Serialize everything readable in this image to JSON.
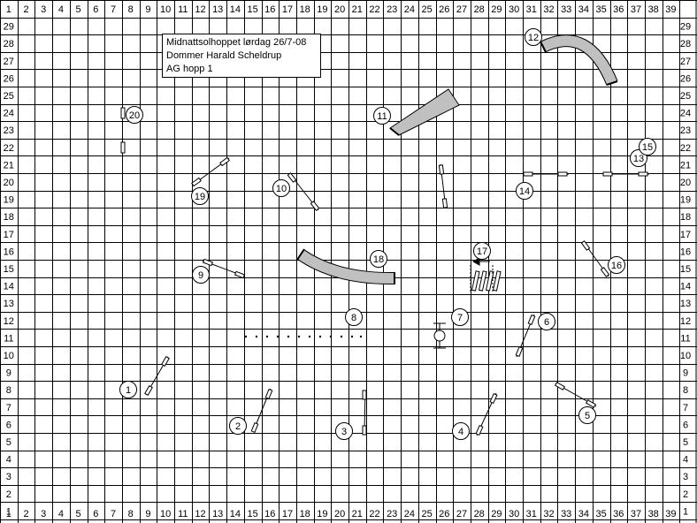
{
  "grid": {
    "columns": [
      "1",
      "2",
      "3",
      "4",
      "5",
      "6",
      "7",
      "8",
      "9",
      "10",
      "11",
      "12",
      "13",
      "14",
      "15",
      "16",
      "17",
      "18",
      "19",
      "20",
      "21",
      "22",
      "23",
      "24",
      "25",
      "26",
      "27",
      "28",
      "29",
      "30",
      "31",
      "32",
      "33",
      "34",
      "35",
      "36",
      "37",
      "38",
      "39"
    ],
    "rows": [
      "29",
      "28",
      "27",
      "26",
      "25",
      "24",
      "23",
      "22",
      "21",
      "20",
      "19",
      "18",
      "17",
      "16",
      "15",
      "14",
      "13",
      "12",
      "11",
      "10",
      "9",
      "8",
      "7",
      "6",
      "5",
      "4",
      "3",
      "2",
      "1"
    ]
  },
  "info": {
    "line1": "Midnattsolhoppet lørdag 26/7-08",
    "line2": "Dommer Harald Scheldrup",
    "line3": "AG hopp 1"
  },
  "obstacles": [
    {
      "number": "1"
    },
    {
      "number": "2"
    },
    {
      "number": "3"
    },
    {
      "number": "4"
    },
    {
      "number": "5"
    },
    {
      "number": "6"
    },
    {
      "number": "7"
    },
    {
      "number": "8"
    },
    {
      "number": "9"
    },
    {
      "number": "10"
    },
    {
      "number": "11"
    },
    {
      "number": "12"
    },
    {
      "number": "13"
    },
    {
      "number": "14"
    },
    {
      "number": "15"
    },
    {
      "number": "16"
    },
    {
      "number": "17"
    },
    {
      "number": "18"
    },
    {
      "number": "19"
    },
    {
      "number": "20"
    }
  ],
  "colors": {
    "grid": "#000000",
    "tunnel": "#c0c0c0",
    "background": "#ffffff"
  }
}
